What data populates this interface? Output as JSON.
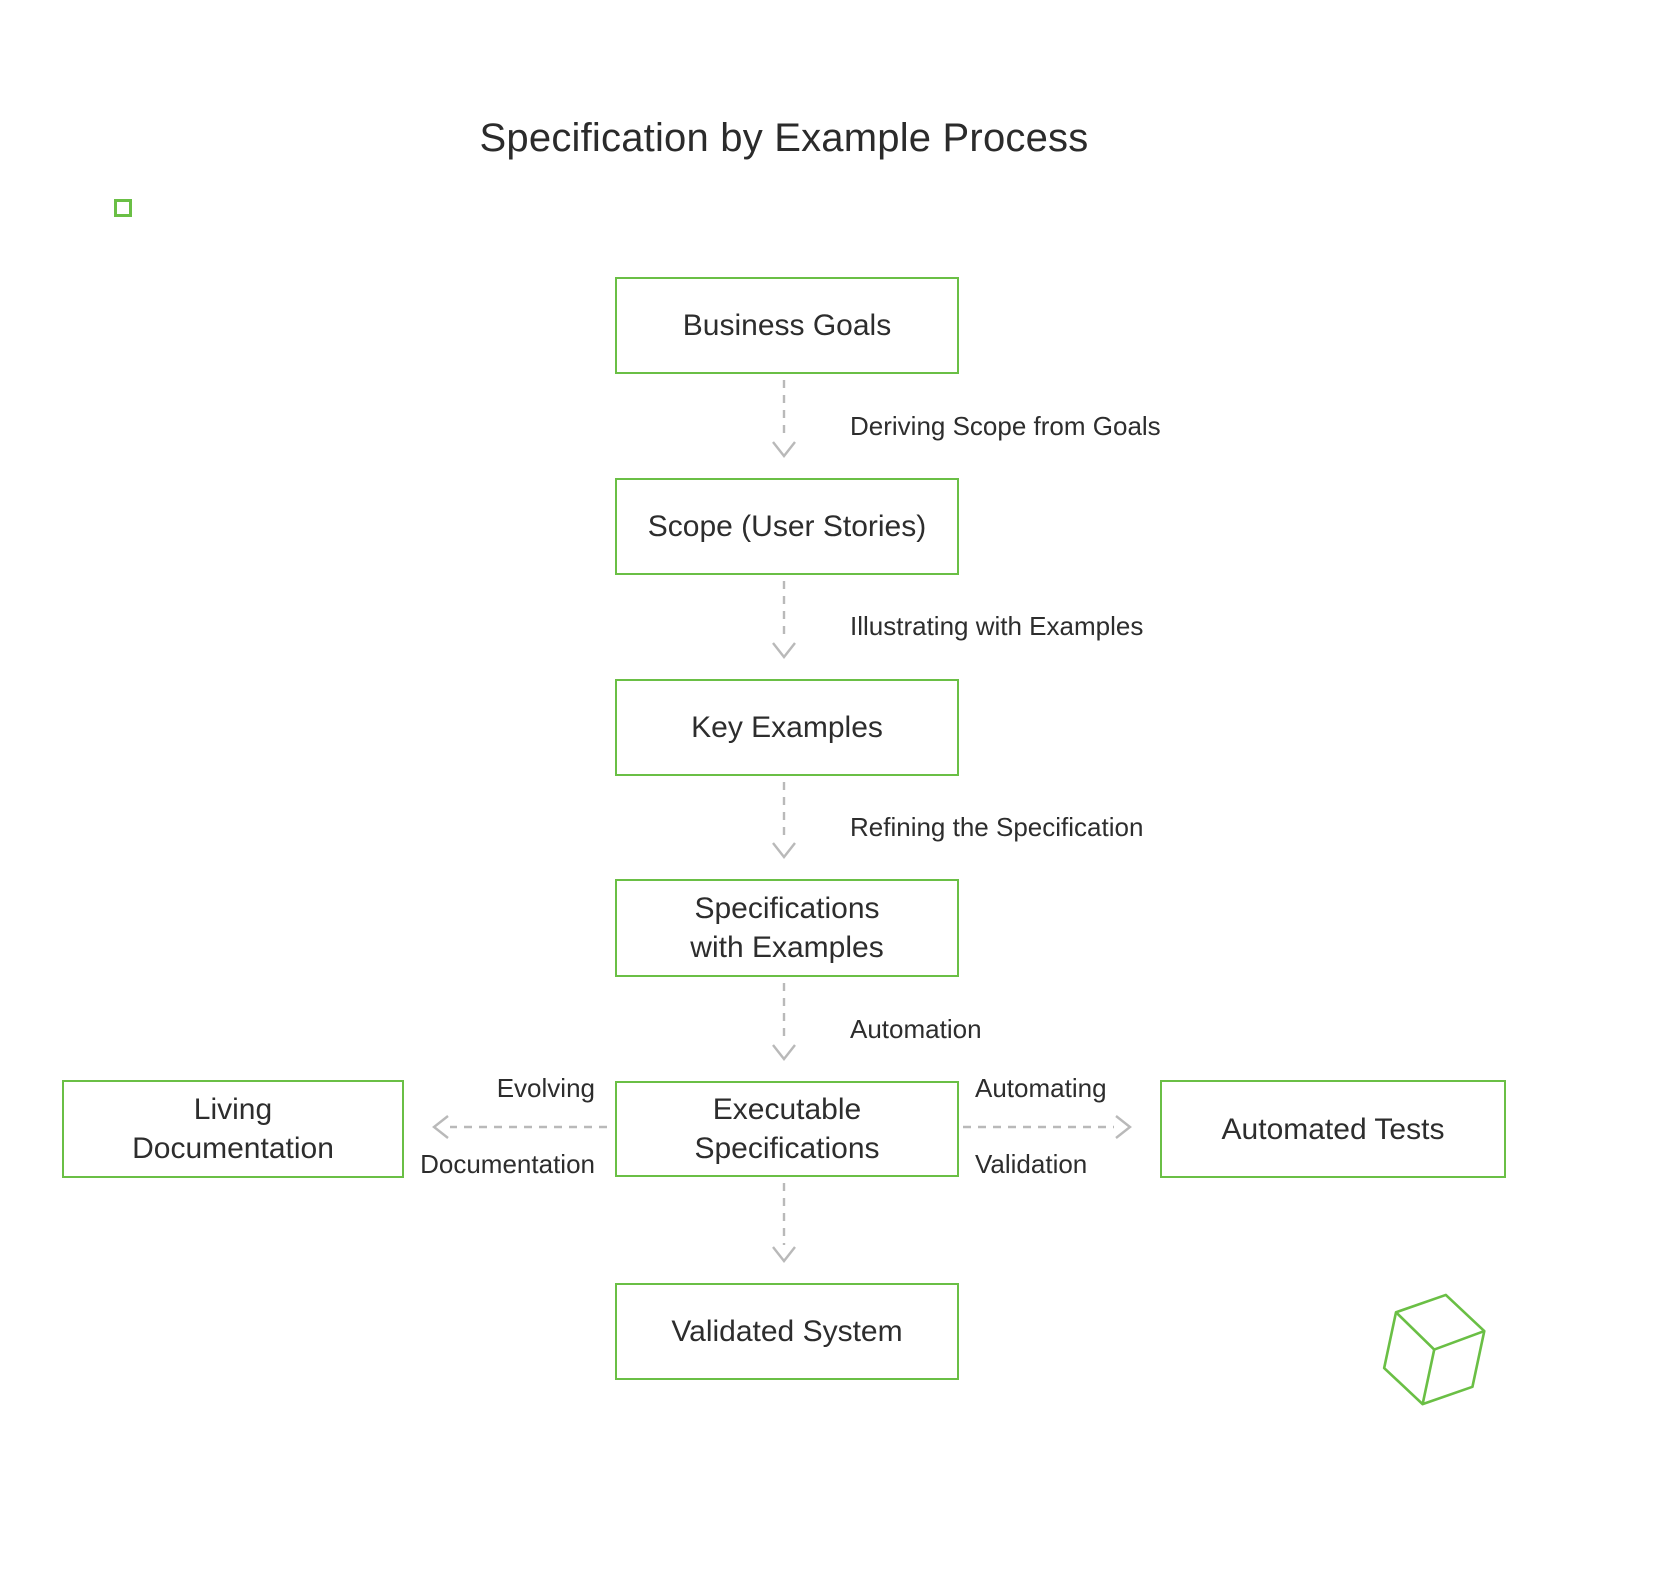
{
  "title": "Specification by Example Process",
  "nodes": {
    "business_goals": {
      "label": "Business Goals"
    },
    "scope": {
      "label": "Scope (User Stories)"
    },
    "key_examples": {
      "label": "Key Examples"
    },
    "specifications_with_examples": {
      "label": "Specifications\nwith Examples"
    },
    "executable_specifications": {
      "label": "Executable\nSpecifications"
    },
    "living_documentation": {
      "label": "Living\nDocumentation"
    },
    "automated_tests": {
      "label": "Automated Tests"
    },
    "validated_system": {
      "label": "Validated System"
    }
  },
  "edges": [
    {
      "from": "business_goals",
      "to": "scope",
      "label": "Deriving Scope from Goals"
    },
    {
      "from": "scope",
      "to": "key_examples",
      "label": "Illustrating with Examples"
    },
    {
      "from": "key_examples",
      "to": "specifications_with_examples",
      "label": "Refining the Specification"
    },
    {
      "from": "specifications_with_examples",
      "to": "executable_specifications",
      "label": "Automation"
    },
    {
      "from": "executable_specifications",
      "to": "living_documentation",
      "label_top": "Evolving",
      "label_bottom": "Documentation"
    },
    {
      "from": "executable_specifications",
      "to": "automated_tests",
      "label_top": "Automating",
      "label_bottom": "Validation"
    },
    {
      "from": "executable_specifications",
      "to": "validated_system",
      "label": ""
    }
  ],
  "colors": {
    "node_border": "#6abf45",
    "arrow": "#b9b9b9",
    "text": "#2d2d2d",
    "logo": "#6abf45"
  }
}
